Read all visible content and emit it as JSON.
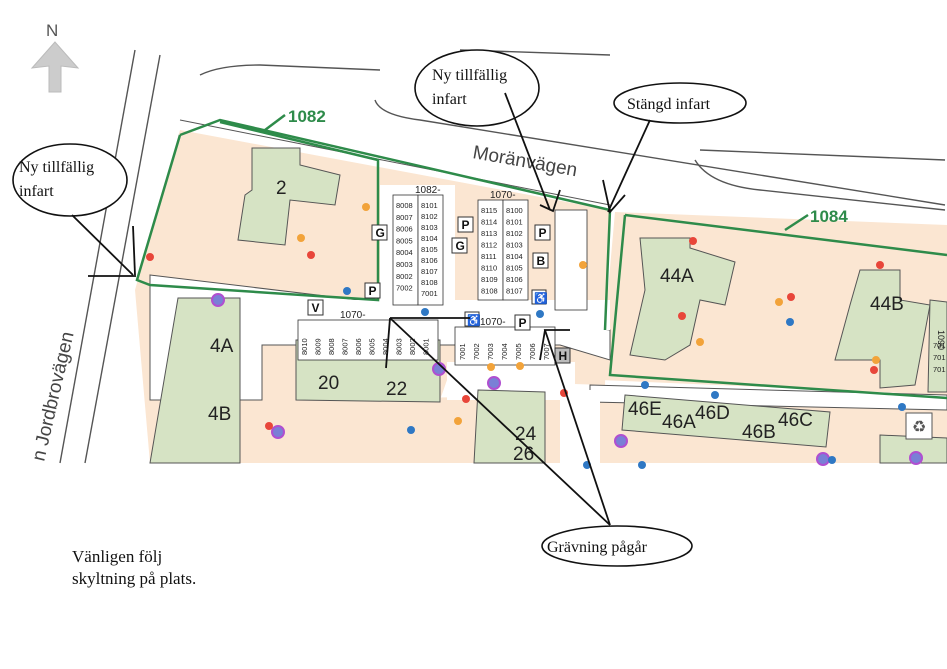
{
  "compass": {
    "north_label": "N"
  },
  "streets": {
    "moranvagen": "Moränvägen",
    "jordbrovagen": "n Jordbrovägen"
  },
  "zones": {
    "zone_1082": "1082",
    "zone_1084": "1084"
  },
  "buildings": {
    "b2": "2",
    "b4a": "4A",
    "b4b": "4B",
    "b20": "20",
    "b22": "22",
    "b24": "24",
    "b26": "26",
    "b44a": "44A",
    "b44b": "44B",
    "b46a": "46A",
    "b46b": "46B",
    "b46c": "46C",
    "b46d": "46D",
    "b46e": "46E"
  },
  "parking": {
    "label_1082": "1082-",
    "label_1070_top": "1070-",
    "label_1070_mid": "1070-",
    "label_1070_low": "1070-",
    "label_1090": "1090",
    "left_block_col1": [
      "8008",
      "8007",
      "8006",
      "8005",
      "8004",
      "8003",
      "8002",
      "7002"
    ],
    "left_block_col2": [
      "8101",
      "8102",
      "8103",
      "8104",
      "8105",
      "8106",
      "8107",
      "8108",
      "7001"
    ],
    "right_block_col1": [
      "8115",
      "8114",
      "8113",
      "8112",
      "8111",
      "8110",
      "8109",
      "8108"
    ],
    "right_block_col2": [
      "8100",
      "8101",
      "8102",
      "8103",
      "8104",
      "8105",
      "8106",
      "8107"
    ],
    "row_20": [
      "8010",
      "8009",
      "8008",
      "8007",
      "8006",
      "8005",
      "8004",
      "8003",
      "8002",
      "8001"
    ],
    "row_22": [
      "7001",
      "7002",
      "7003",
      "7004",
      "7005",
      "7006",
      "7007"
    ],
    "right_edge": [
      "701",
      "701",
      "701"
    ]
  },
  "signs": {
    "g1": "G",
    "g2": "G",
    "p1": "P",
    "p2": "P",
    "p3": "P",
    "p4": "P",
    "b": "B",
    "v": "V",
    "h": "H"
  },
  "callouts": {
    "ny_tillfallig_left": [
      "Ny tillfällig",
      "infart"
    ],
    "ny_tillfallig_top": [
      "Ny tillfällig",
      "infart"
    ],
    "stangd_infart": "Stängd infart",
    "gravning_pagar": "Grävning pågår"
  },
  "note": [
    "Vänligen följ",
    "skyltning på plats."
  ],
  "colors": {
    "building_fill": "#d6e3c4",
    "lot_fill": "#fbe6d2",
    "zone_border": "#2e8b4a",
    "road_edge": "#555555",
    "dot_red": "#e8463a",
    "dot_blue": "#2f78c4",
    "dot_orange": "#f2a33a",
    "dot_purple": "#b04fd0"
  }
}
